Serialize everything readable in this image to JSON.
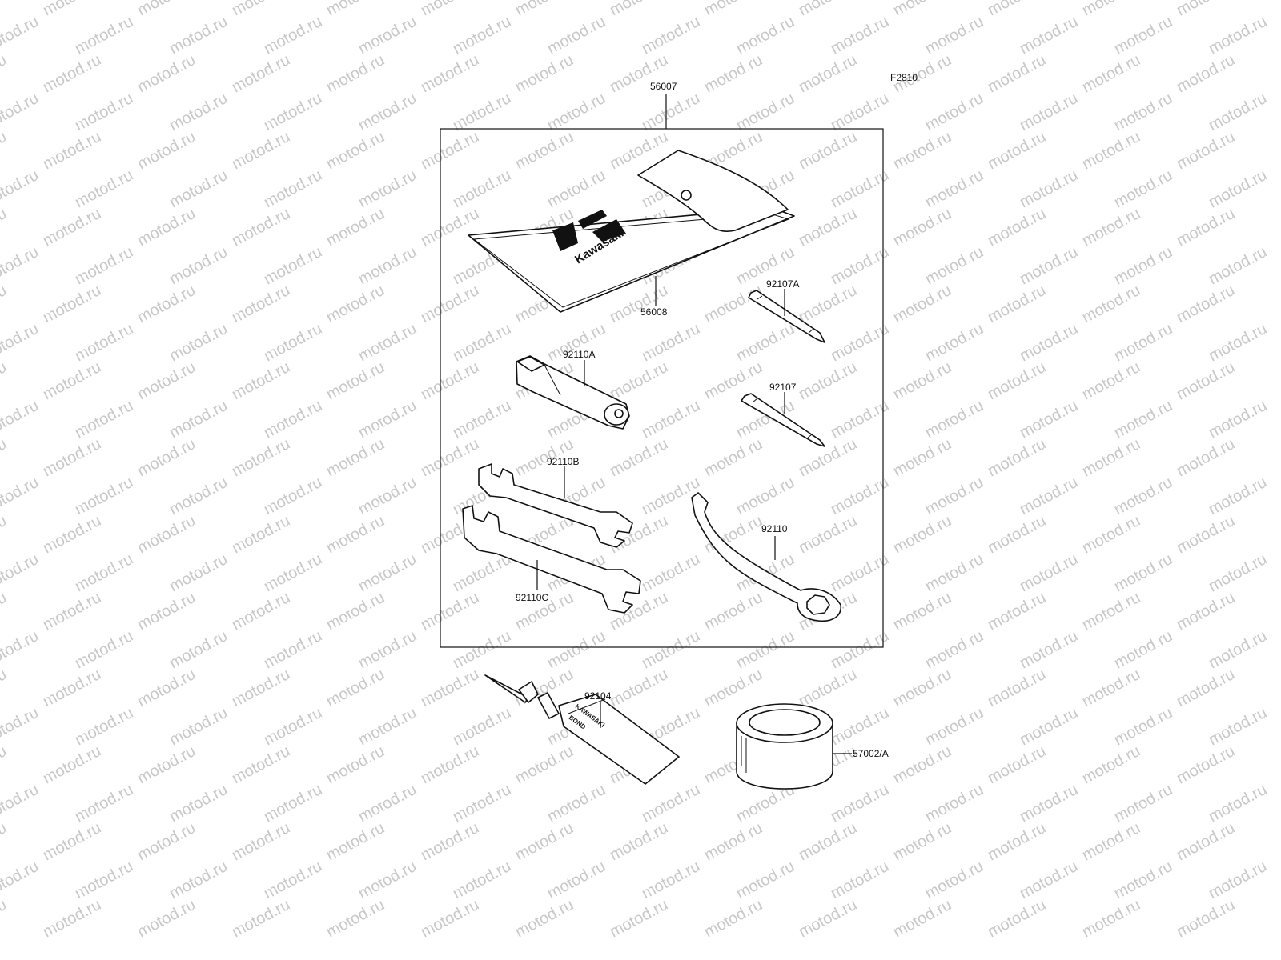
{
  "figure_id": "F2810",
  "watermark_text": "motod.ru",
  "parts": {
    "toolkit": "56007",
    "pouch": "56008",
    "screwdriver_a": "92107A",
    "screwdriver": "92107",
    "plug_wrench": "92110A",
    "wrench_b": "92110B",
    "wrench_c": "92110C",
    "hook_wrench": "92110",
    "bond_tube": "92104",
    "grease_can": "57002/A"
  },
  "pouch_logo": "Kawasaki",
  "tube_print": [
    "KAWASAKI",
    "BOND"
  ],
  "colors": {
    "ink": "#111111",
    "watermark": "#c8c8c8",
    "paper": "#ffffff"
  }
}
